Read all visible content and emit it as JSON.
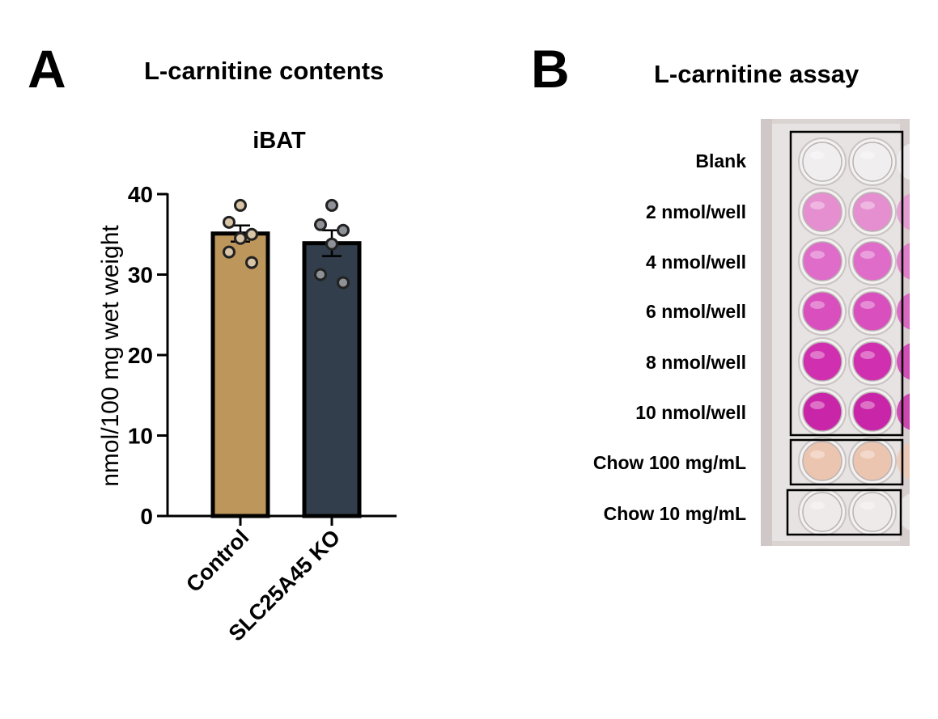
{
  "panel_a": {
    "letter": "A",
    "title": "L-carnitine contents"
  },
  "panel_b": {
    "letter": "B",
    "title": "L-carnitine assay",
    "rows": [
      {
        "label": "Blank",
        "color": "#f1eef0"
      },
      {
        "label": "2 nmol/well",
        "color": "#e58fd0"
      },
      {
        "label": "4 nmol/well",
        "color": "#de6cc8"
      },
      {
        "label": "6 nmol/well",
        "color": "#d84fbd"
      },
      {
        "label": "8 nmol/well",
        "color": "#d02fb0"
      },
      {
        "label": "10 nmol/well",
        "color": "#c925a8"
      },
      {
        "label": "Chow 100 mg/mL",
        "color": "#ecc5b0"
      },
      {
        "label": "Chow 10 mg/mL",
        "color": "#eeeaea"
      }
    ]
  },
  "chart_data": {
    "type": "bar",
    "title": "iBAT",
    "ylabel": "nmol/100 mg wet weight",
    "ylim": [
      0,
      40
    ],
    "yticks": [
      0,
      10,
      20,
      30,
      40
    ],
    "categories": [
      "Control",
      "SLC25A45 KO"
    ],
    "values": [
      35.1,
      33.9
    ],
    "sem": [
      1.0,
      1.6
    ],
    "colors": [
      "#bd965c",
      "#323e4b"
    ],
    "point_colors": [
      "#d9c4a6",
      "#8e9296"
    ],
    "points": [
      [
        38.6,
        36.5,
        35.0,
        34.5,
        32.8,
        31.5
      ],
      [
        38.6,
        36.2,
        35.5,
        33.8,
        30.0,
        29.0
      ]
    ]
  }
}
